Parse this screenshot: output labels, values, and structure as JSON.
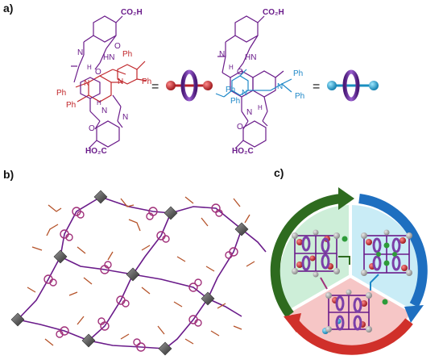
{
  "panel_labels": {
    "a": "a)",
    "b": "b)",
    "c": "c)"
  },
  "molecule_left": {
    "top_group": "CO₂H",
    "bottom_group": "HO₂C",
    "nh_top": "N",
    "h_top": "H",
    "o_top": "O",
    "hn_right": "HN",
    "o_right": "O",
    "n_left": "N",
    "n_right": "N",
    "n_bottom": "N",
    "h_bottom": "H",
    "o_bottom": "O",
    "ph_labels": [
      "Ph",
      "Ph",
      "Ph",
      "Ph"
    ],
    "pyridine_n": "N",
    "equals": "="
  },
  "molecule_right": {
    "top_group": "CO₂H",
    "bottom_group": "HO₂C",
    "nh_top": "N",
    "h_top": "H",
    "o_top": "O",
    "hn_right": "HN",
    "n_left": "N",
    "n_right": "N",
    "n_bottom": "N",
    "h_bottom": "H",
    "o_bottom": "O",
    "ph_labels": [
      "Ph",
      "Ph",
      "Ph",
      "Ph"
    ],
    "equals": "="
  },
  "colors": {
    "purple": "#6a1b8a",
    "ring_purple": "#7b3fa8",
    "red_ball": "#c0262a",
    "cyan_ball": "#1ea3d6",
    "green_arrow": "#2e6b1f",
    "blue_arrow": "#1e6fc0",
    "red_arrow": "#d0302a",
    "sector_green": "#cdeed8",
    "sector_blue": "#c9ecf6",
    "sector_pink": "#f6c6c6",
    "node_gray": "#555555",
    "linker_orange": "#b5532a"
  }
}
